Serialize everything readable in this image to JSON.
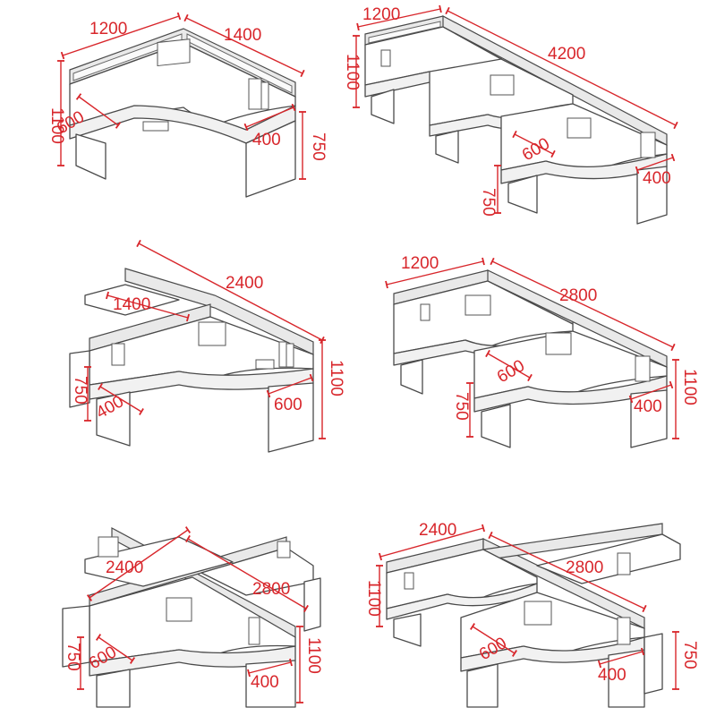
{
  "diagrams": [
    {
      "name": "layout-1",
      "labels": {
        "top_a": "1200",
        "top_b": "1400",
        "left": "1100",
        "depth": "600",
        "return": "400",
        "height": "750"
      }
    },
    {
      "name": "layout-2",
      "labels": {
        "top_a": "1200",
        "top_b": "4200",
        "left": "1100",
        "depth": "600",
        "return": "400",
        "height": "750"
      }
    },
    {
      "name": "layout-3",
      "labels": {
        "top_a": "1400",
        "top_b": "2400",
        "right": "1100",
        "height": "750",
        "return": "400",
        "depth": "600"
      }
    },
    {
      "name": "layout-4",
      "labels": {
        "top_a": "1200",
        "top_b": "2800",
        "right": "1100",
        "depth": "600",
        "height": "750",
        "return": "400"
      }
    },
    {
      "name": "layout-5",
      "labels": {
        "top_a": "2400",
        "top_b": "2800",
        "height": "750",
        "depth": "600",
        "return": "400",
        "right": "1100"
      }
    },
    {
      "name": "layout-6",
      "labels": {
        "top_a": "2400",
        "top_b": "2800",
        "left": "1100",
        "depth": "600",
        "return": "400",
        "height": "750"
      }
    }
  ],
  "colors": {
    "dimension": "#d8262b",
    "line": "#4a4a4a"
  }
}
